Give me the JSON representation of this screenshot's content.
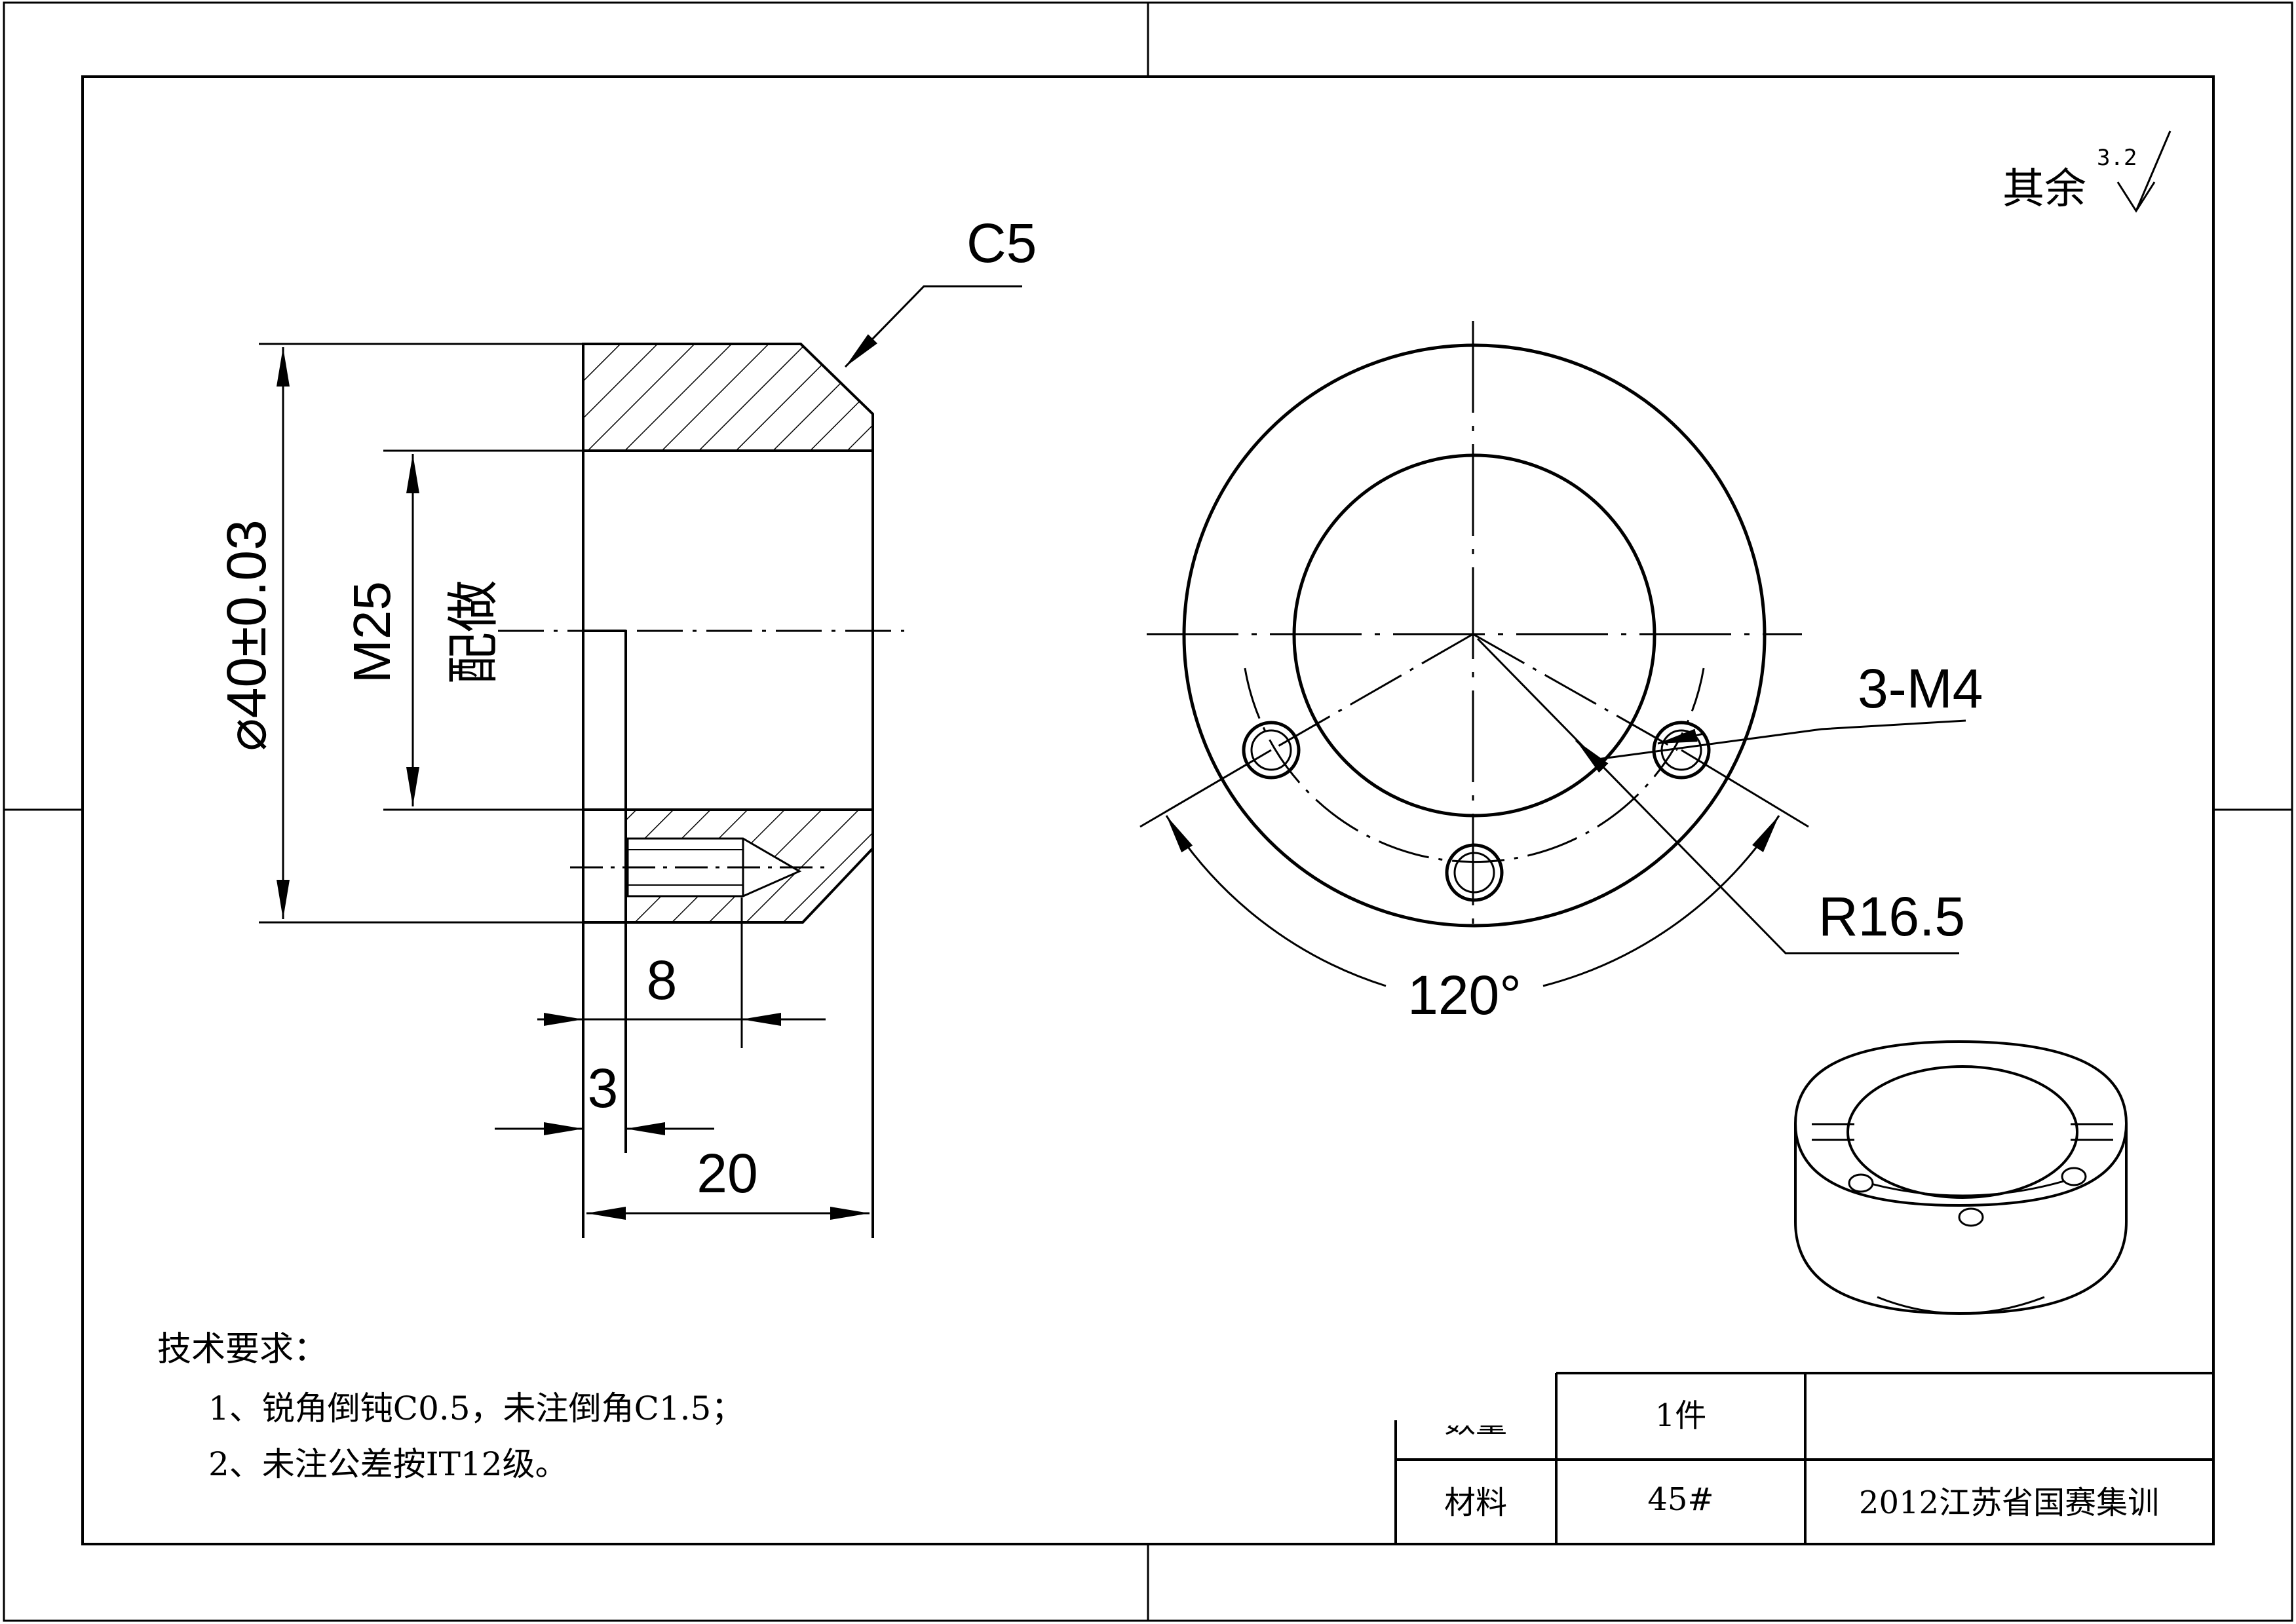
{
  "drawing": {
    "roughness_note": "其余",
    "roughness_value": "3.2",
    "chamfer_label": "C5",
    "diameter_label": "⌀40±0.03",
    "thread_label": "M25",
    "thread_note": "配做",
    "dim_8": "8",
    "dim_3": "3",
    "dim_20": "20",
    "holes_label": "3-M4",
    "radius_label": "R16.5",
    "angle_label": "120°"
  },
  "tech_requirements": {
    "heading": "技术要求：",
    "items": [
      "1、锐角倒钝C0.5，未注倒角C1.5；",
      "2、未注公差按IT12级。"
    ]
  },
  "title_block": {
    "qty_header": "数量",
    "qty_value": "1件",
    "material_header": "材料",
    "material_value": "45#",
    "project": "2012江苏省国赛集训"
  }
}
